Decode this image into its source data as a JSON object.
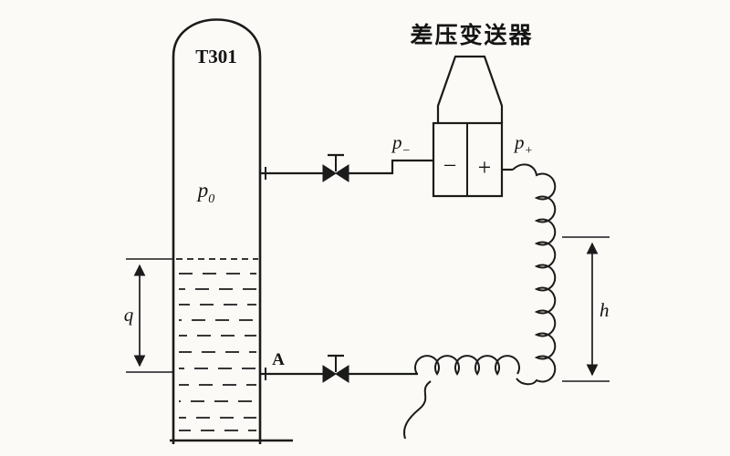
{
  "figure": {
    "title": "差压变送器",
    "tank": {
      "id": "T301"
    },
    "labels": {
      "p0": {
        "base": "p",
        "sub": "0"
      },
      "p_minus": {
        "base": "p",
        "sub": "−"
      },
      "p_plus": {
        "base": "p",
        "sub": "+"
      },
      "level": "q",
      "height": "h",
      "point": "A"
    },
    "transmitter": {
      "minus_chamber": "−",
      "plus_chamber": "+"
    }
  }
}
